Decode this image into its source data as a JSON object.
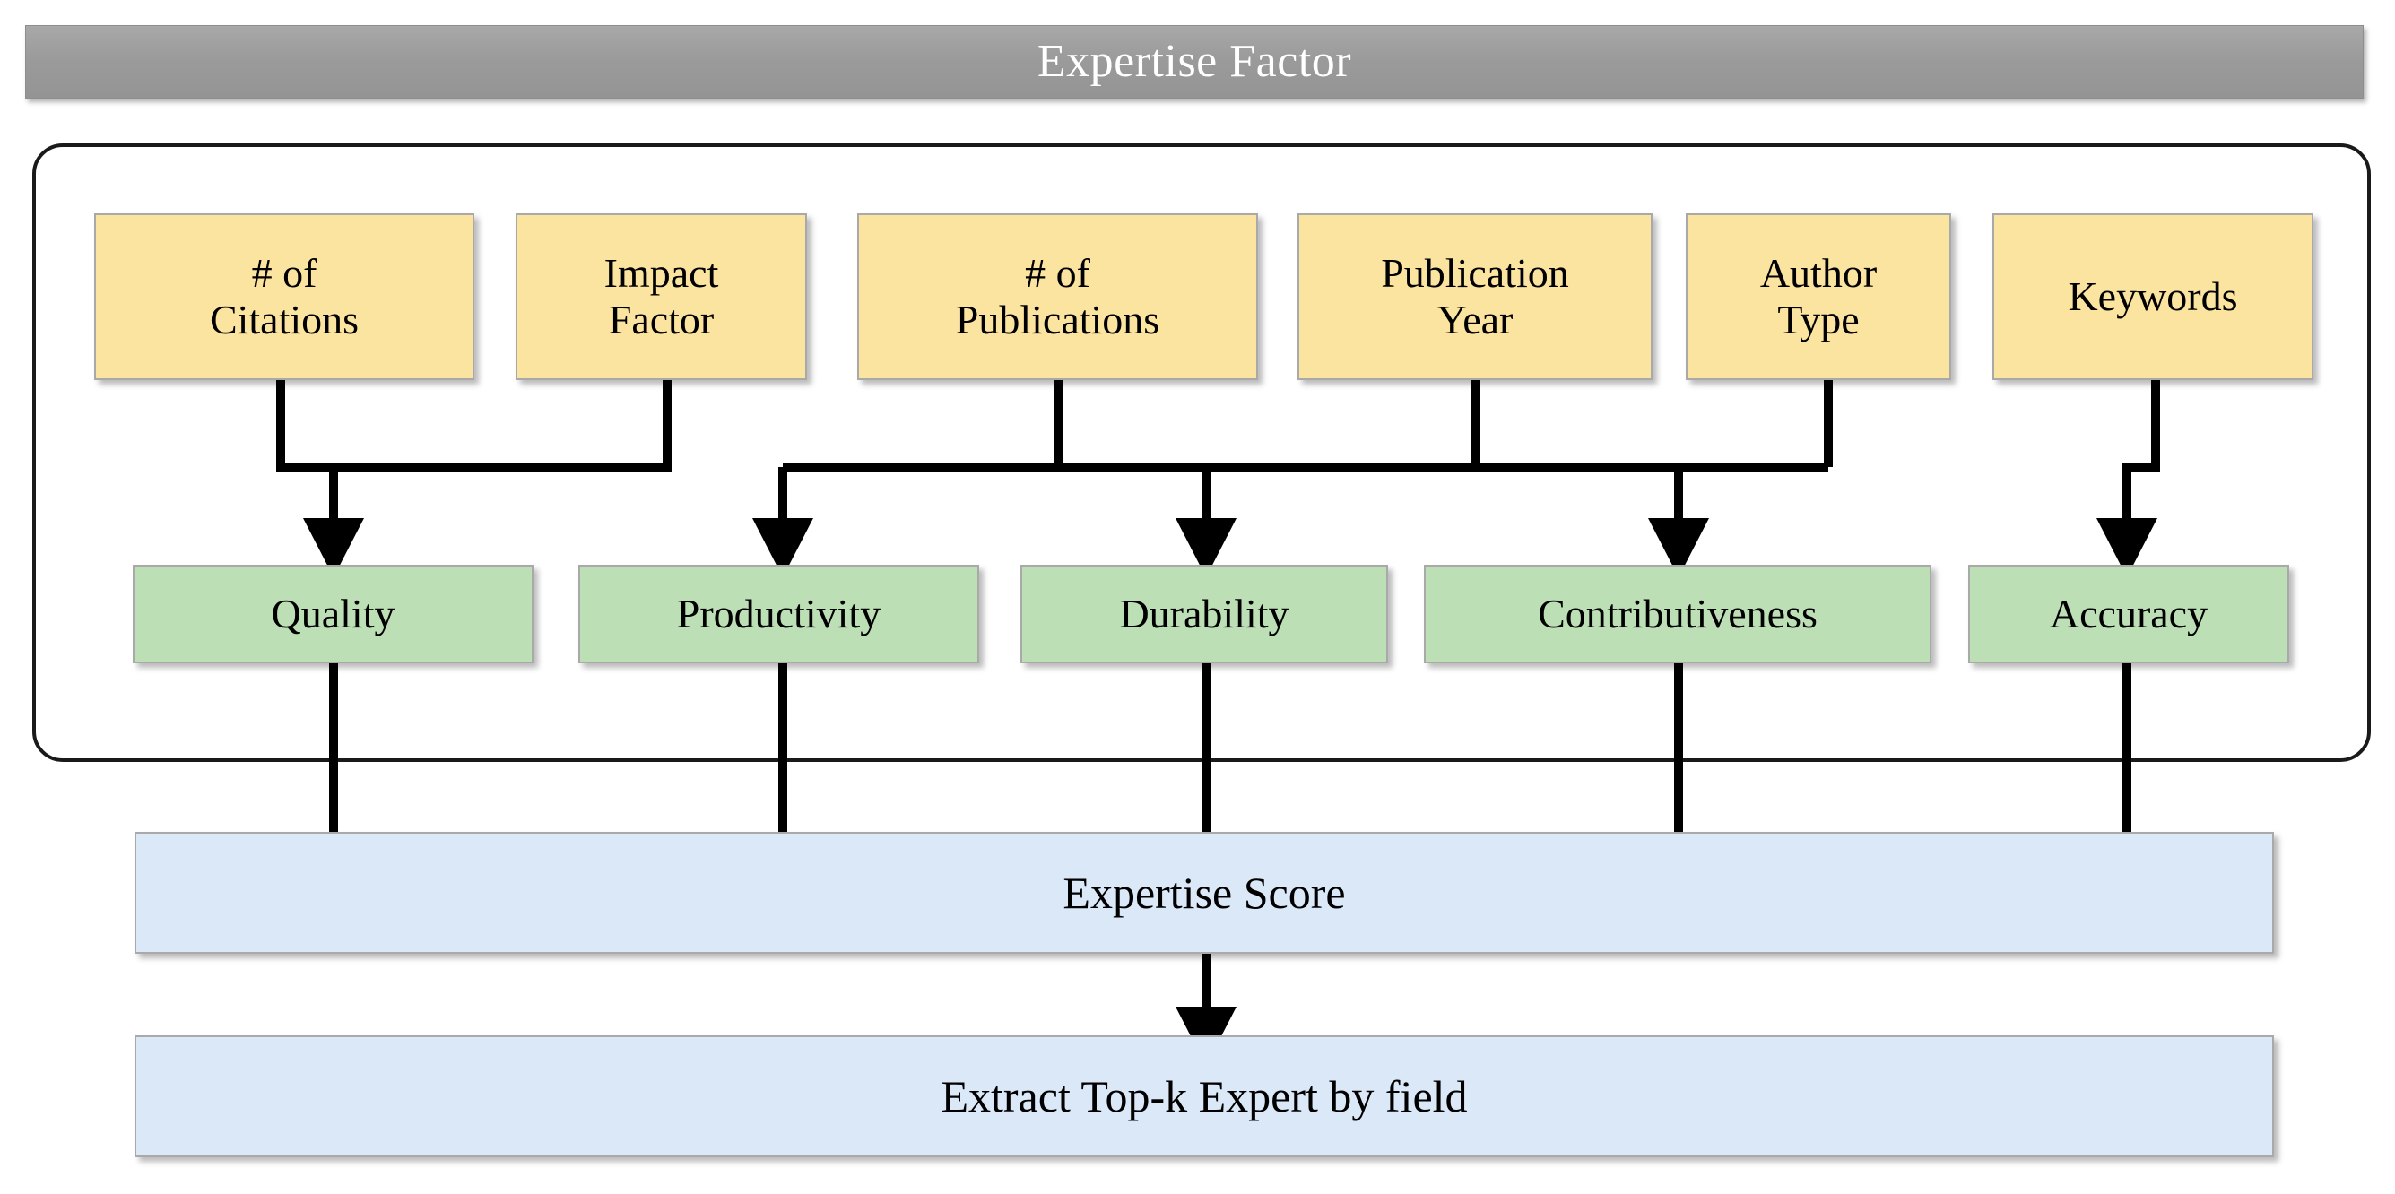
{
  "header": {
    "title": "Expertise  Factor",
    "bg_color": "#9b9b9b",
    "text_color": "#ffffff"
  },
  "colors": {
    "input_fill": "#fbe3a0",
    "metric_fill": "#bcdfb5",
    "output_fill": "#dae8f8",
    "box_border": "#a9a9a9",
    "frame_border": "#1a1a1a",
    "connector": "#000000",
    "page_background": "#ffffff"
  },
  "diagram": {
    "type": "flowchart",
    "inputs": [
      {
        "id": "citations",
        "label": "# of\nCitations"
      },
      {
        "id": "impact",
        "label": "Impact\nFactor"
      },
      {
        "id": "publications",
        "label": "# of\nPublications"
      },
      {
        "id": "pubyear",
        "label": "Publication\nYear"
      },
      {
        "id": "authortype",
        "label": "Author\nType"
      },
      {
        "id": "keywords",
        "label": "Keywords"
      }
    ],
    "metrics": [
      {
        "id": "quality",
        "label": "Quality"
      },
      {
        "id": "productivity",
        "label": "Productivity"
      },
      {
        "id": "durability",
        "label": "Durability"
      },
      {
        "id": "contributiveness",
        "label": "Contributiveness"
      },
      {
        "id": "accuracy",
        "label": "Accuracy"
      }
    ],
    "outputs": [
      {
        "id": "score",
        "label": "Expertise  Score"
      },
      {
        "id": "topk",
        "label": "Extract Top-k Expert by field"
      }
    ],
    "edges": [
      {
        "from": "citations",
        "to": "quality"
      },
      {
        "from": "impact",
        "to": "quality"
      },
      {
        "from": "publications",
        "to": "productivity"
      },
      {
        "from": "publications",
        "to": "durability"
      },
      {
        "from": "pubyear",
        "to": "durability"
      },
      {
        "from": "authortype",
        "to": "contributiveness"
      },
      {
        "from": "keywords",
        "to": "accuracy"
      },
      {
        "from": "quality",
        "to": "score"
      },
      {
        "from": "productivity",
        "to": "score"
      },
      {
        "from": "durability",
        "to": "score"
      },
      {
        "from": "contributiveness",
        "to": "score"
      },
      {
        "from": "accuracy",
        "to": "score"
      },
      {
        "from": "score",
        "to": "topk"
      }
    ]
  }
}
